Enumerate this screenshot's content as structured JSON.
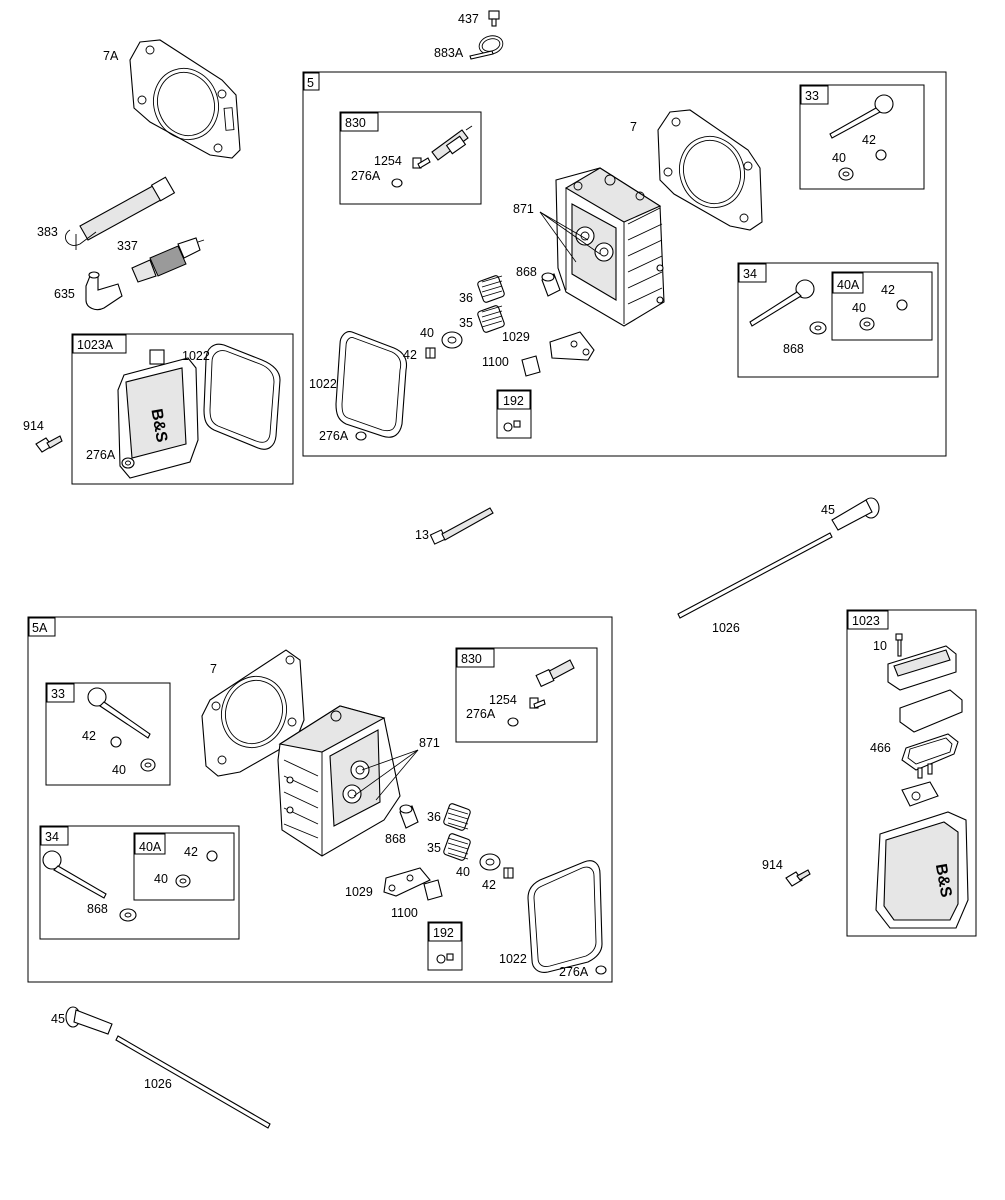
{
  "labels": {
    "p437": "437",
    "p883a": "883A",
    "p7a": "7A",
    "p383": "383",
    "p337": "337",
    "p635": "635",
    "p914a": "914",
    "p1023a_tag": "1023A",
    "p1022a": "1022",
    "p276a_a": "276A",
    "p5_tag": "5",
    "p830_tag": "830",
    "p1254": "1254",
    "p276a_b": "276A",
    "p7": "7",
    "p871": "871",
    "p868": "868",
    "p36": "36",
    "p35": "35",
    "p40": "40",
    "p42": "42",
    "p1029": "1029",
    "p1100": "1100",
    "p1022b": "1022",
    "p276a_c": "276A",
    "p192_tag": "192",
    "p33_tag": "33",
    "p33_42": "42",
    "p33_40": "40",
    "p34_tag": "34",
    "p40a_tag": "40A",
    "p34_42": "42",
    "p34_40": "40",
    "p34_868": "868",
    "p13": "13",
    "p45a": "45",
    "p1026a": "1026",
    "p1023_tag": "1023",
    "p10": "10",
    "p466": "466",
    "p914b": "914",
    "p5a_tag": "5A",
    "p5a_7": "7",
    "p5a_33_tag": "33",
    "p5a_33_42": "42",
    "p5a_33_40": "40",
    "p5a_34_tag": "34",
    "p5a_40a_tag": "40A",
    "p5a_34_42": "42",
    "p5a_34_40": "40",
    "p5a_34_868": "868",
    "p5a_830_tag": "830",
    "p5a_1254": "1254",
    "p5a_276a": "276A",
    "p5a_871": "871",
    "p5a_868": "868",
    "p5a_36": "36",
    "p5a_35": "35",
    "p5a_40": "40",
    "p5a_42": "42",
    "p5a_1029": "1029",
    "p5a_1100": "1100",
    "p5a_192_tag": "192",
    "p5a_1022": "1022",
    "p5a_276a_b": "276A",
    "p45b": "45",
    "p1026b": "1026"
  }
}
